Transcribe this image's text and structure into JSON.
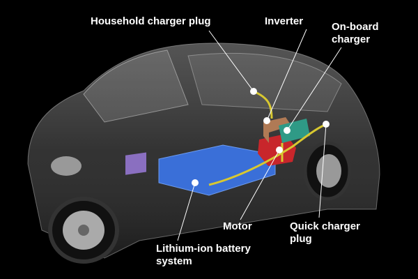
{
  "labels": {
    "household_charger_plug": "Household charger plug",
    "inverter": "Inverter",
    "onboard_charger_line1": "On-board",
    "onboard_charger_line2": "charger",
    "motor": "Motor",
    "quick_charger_line1": "Quick charger",
    "quick_charger_line2": "plug",
    "battery_line1": "Lithium-ion battery",
    "battery_line2": "system"
  },
  "colors": {
    "background": "#000000",
    "battery": "#3a6fd8",
    "motor": "#c8262b",
    "inverter": "#b07a55",
    "onboard_charger": "#2f9a86",
    "cable": "#d8c830",
    "label": "#ffffff"
  }
}
